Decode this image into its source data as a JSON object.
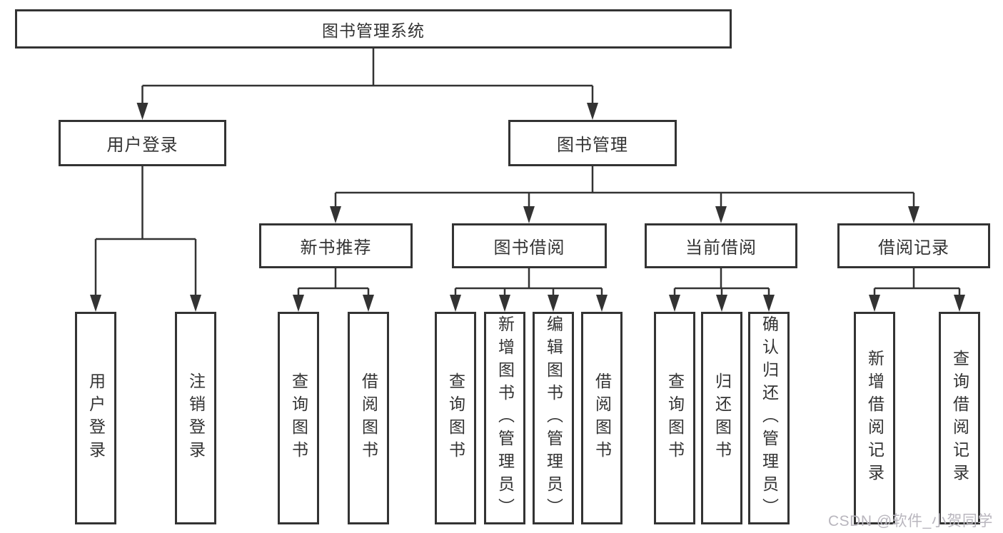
{
  "diagram_type": "hierarchy-tree",
  "colors": {
    "line": "#333333",
    "text": "#333333",
    "bg": "#ffffff",
    "watermark": "#b9b6be"
  },
  "watermark": "CSDN @软件_小贺同学",
  "tree": {
    "label": "图书管理系统",
    "children": [
      {
        "label": "用户登录",
        "children": [
          {
            "label": "用户登录"
          },
          {
            "label": "注销登录"
          }
        ]
      },
      {
        "label": "图书管理",
        "children": [
          {
            "label": "新书推荐",
            "children": [
              {
                "label": "查询图书"
              },
              {
                "label": "借阅图书"
              }
            ]
          },
          {
            "label": "图书借阅",
            "children": [
              {
                "label": "查询图书"
              },
              {
                "label": "新增图书（管理员）"
              },
              {
                "label": "编辑图书（管理员）"
              },
              {
                "label": "借阅图书"
              }
            ]
          },
          {
            "label": "当前借阅",
            "children": [
              {
                "label": "查询图书"
              },
              {
                "label": "归还图书"
              },
              {
                "label": "确认归还（管理员）"
              }
            ]
          },
          {
            "label": "借阅记录",
            "children": [
              {
                "label": "新增借阅记录"
              },
              {
                "label": "查询借阅记录"
              }
            ]
          }
        ]
      }
    ]
  }
}
